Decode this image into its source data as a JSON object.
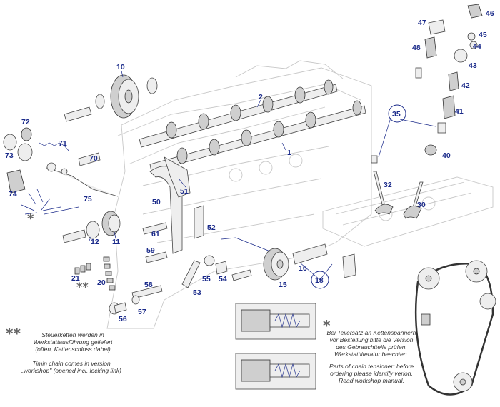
{
  "callouts": [
    {
      "id": "1",
      "label": "1"
    },
    {
      "id": "2",
      "label": "2"
    },
    {
      "id": "10",
      "label": "10"
    },
    {
      "id": "11",
      "label": "11"
    },
    {
      "id": "12",
      "label": "12"
    },
    {
      "id": "15",
      "label": "15"
    },
    {
      "id": "16",
      "label": "16"
    },
    {
      "id": "18",
      "label": "18"
    },
    {
      "id": "20",
      "label": "20"
    },
    {
      "id": "21",
      "label": "21"
    },
    {
      "id": "30",
      "label": "30"
    },
    {
      "id": "32",
      "label": "32"
    },
    {
      "id": "35",
      "label": "35"
    },
    {
      "id": "40",
      "label": "40"
    },
    {
      "id": "41",
      "label": "41"
    },
    {
      "id": "42",
      "label": "42"
    },
    {
      "id": "43",
      "label": "43"
    },
    {
      "id": "44",
      "label": "44"
    },
    {
      "id": "45",
      "label": "45"
    },
    {
      "id": "46",
      "label": "46"
    },
    {
      "id": "47",
      "label": "47"
    },
    {
      "id": "48",
      "label": "48"
    },
    {
      "id": "50",
      "label": "50"
    },
    {
      "id": "51",
      "label": "51"
    },
    {
      "id": "52",
      "label": "52"
    },
    {
      "id": "53",
      "label": "53"
    },
    {
      "id": "54",
      "label": "54"
    },
    {
      "id": "55",
      "label": "55"
    },
    {
      "id": "56",
      "label": "56"
    },
    {
      "id": "57",
      "label": "57"
    },
    {
      "id": "58",
      "label": "58"
    },
    {
      "id": "59",
      "label": "59"
    },
    {
      "id": "61",
      "label": "61"
    },
    {
      "id": "70",
      "label": "70"
    },
    {
      "id": "71",
      "label": "71"
    },
    {
      "id": "72",
      "label": "72"
    },
    {
      "id": "73",
      "label": "73"
    },
    {
      "id": "74",
      "label": "74"
    },
    {
      "id": "75",
      "label": "75"
    }
  ],
  "notes": {
    "double_star": "**",
    "single_star": "*",
    "chain_de_1": "Steuerketten werden in",
    "chain_de_2": "Werkstattausführung geliefert",
    "chain_de_3": "(offen, Kettenschloss dabei)",
    "chain_en_1": "Timin chain comes in version",
    "chain_en_2": "„workshop\" (opened incl. locking  link)",
    "tensioner_de_1": "Bei Teilersatz an Kettenspannern",
    "tensioner_de_2": "vor Bestellung bitte die Version",
    "tensioner_de_3": "des Gebrauchtteils prüfen.",
    "tensioner_de_4": "Werkstattliteratur beachten.",
    "tensioner_en_1": "Parts of chain tensioner: before",
    "tensioner_en_2": "ordering please identify verion.",
    "tensioner_en_3": "Read workshop manual."
  }
}
